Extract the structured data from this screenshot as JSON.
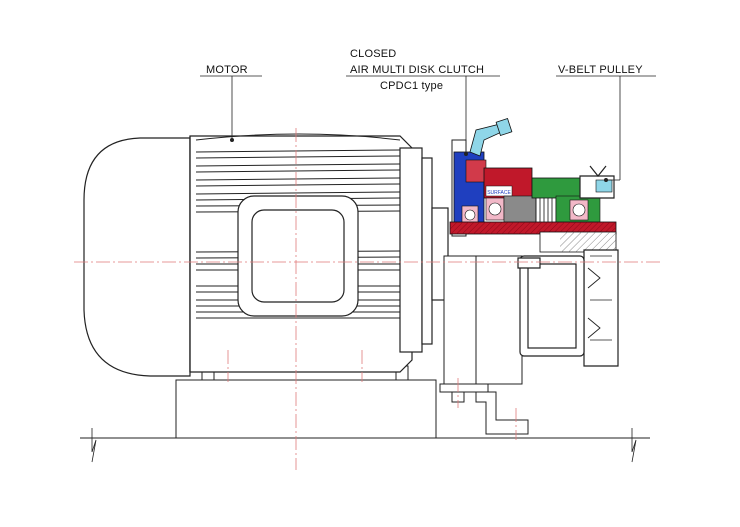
{
  "labels": {
    "motor": "MOTOR",
    "clutch_line1": "CLOSED",
    "clutch_line2": "AIR MULTI DISK CLUTCH",
    "clutch_type": "CPDC1  type",
    "pulley": "V-BELT PULLEY"
  },
  "clutch_part_text": "SURFACE",
  "colors": {
    "centerline": "#e07a7a",
    "outline": "#222222",
    "clutch_blue": "#1f3fbf",
    "clutch_red": "#c0182a",
    "clutch_green": "#2f9a3e",
    "clutch_gray": "#8a8a8a",
    "fitting_cyan": "#8fd6e8",
    "bearing_pink": "#f2b8c8"
  }
}
